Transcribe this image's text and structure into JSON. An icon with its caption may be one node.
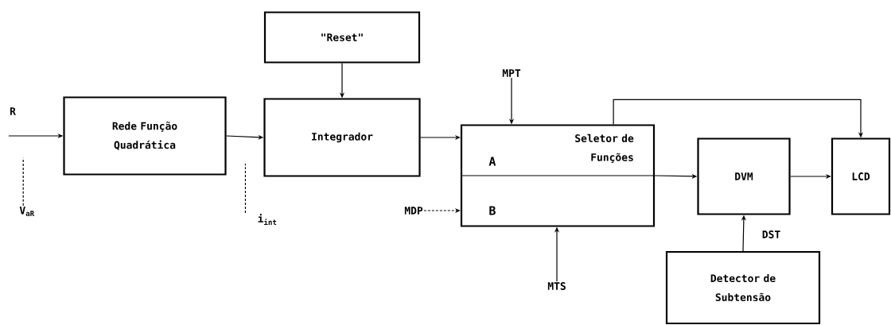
{
  "diagram": {
    "nodes": [
      {
        "text": [
          "\"Reset\""
        ]
      },
      {
        "text": [
          "Rede Função Quadrática"
        ]
      },
      {
        "text": [
          "Integrador"
        ]
      },
      {
        "text": [
          "Seletor de Funções"
        ]
      },
      {
        "text": [
          "DVM"
        ]
      },
      {
        "text": [
          "LCD"
        ]
      },
      {
        "text": [
          "Detector de Subtensão"
        ]
      },
      {
        "text": [
          "R"
        ]
      },
      {
        "text": [
          "V$_{aR}$"
        ]
      },
      {
        "text": [
          "i$_{int}$"
        ]
      },
      {
        "text": [
          "MDP"
        ]
      },
      {
        "text": [
          "MPT"
        ]
      },
      {
        "text": [
          "MTS"
        ]
      },
      {
        "text": [
          "A"
        ],
        "in": 3
      },
      {
        "text": [
          "B"
        ],
        "in": 3
      }
    ],
    "edges": [
      {
        "from": 7,
        "to": 1,
        "arrow": "to"
      },
      {
        "from": 8,
        "to": null,
        "arrow": "none",
        "style": "dashed"
      },
      {
        "from": 1,
        "to": 2,
        "arrow": "to"
      },
      {
        "from": 9,
        "to": null,
        "arrow": "none",
        "style": "dashed"
      },
      {
        "from": 0,
        "to": 2,
        "arrow": "to"
      },
      {
        "from": 2,
        "to": 3,
        "arrow": "to"
      },
      {
        "from": 11,
        "to": 3,
        "arrow": "to"
      },
      {
        "from": 10,
        "to": 3,
        "arrow": "to",
        "style": "dashed"
      },
      {
        "from": 12,
        "to": 3,
        "arrow": "to"
      },
      {
        "from": 3,
        "to": 4,
        "arrow": "to"
      },
      {
        "from": 3,
        "to": 5,
        "arrow": "to"
      },
      {
        "from": 4,
        "to": 5,
        "arrow": "to"
      },
      {
        "from": 6,
        "to": 4,
        "arrow": "to",
        "label": "DST"
      }
    ]
  }
}
